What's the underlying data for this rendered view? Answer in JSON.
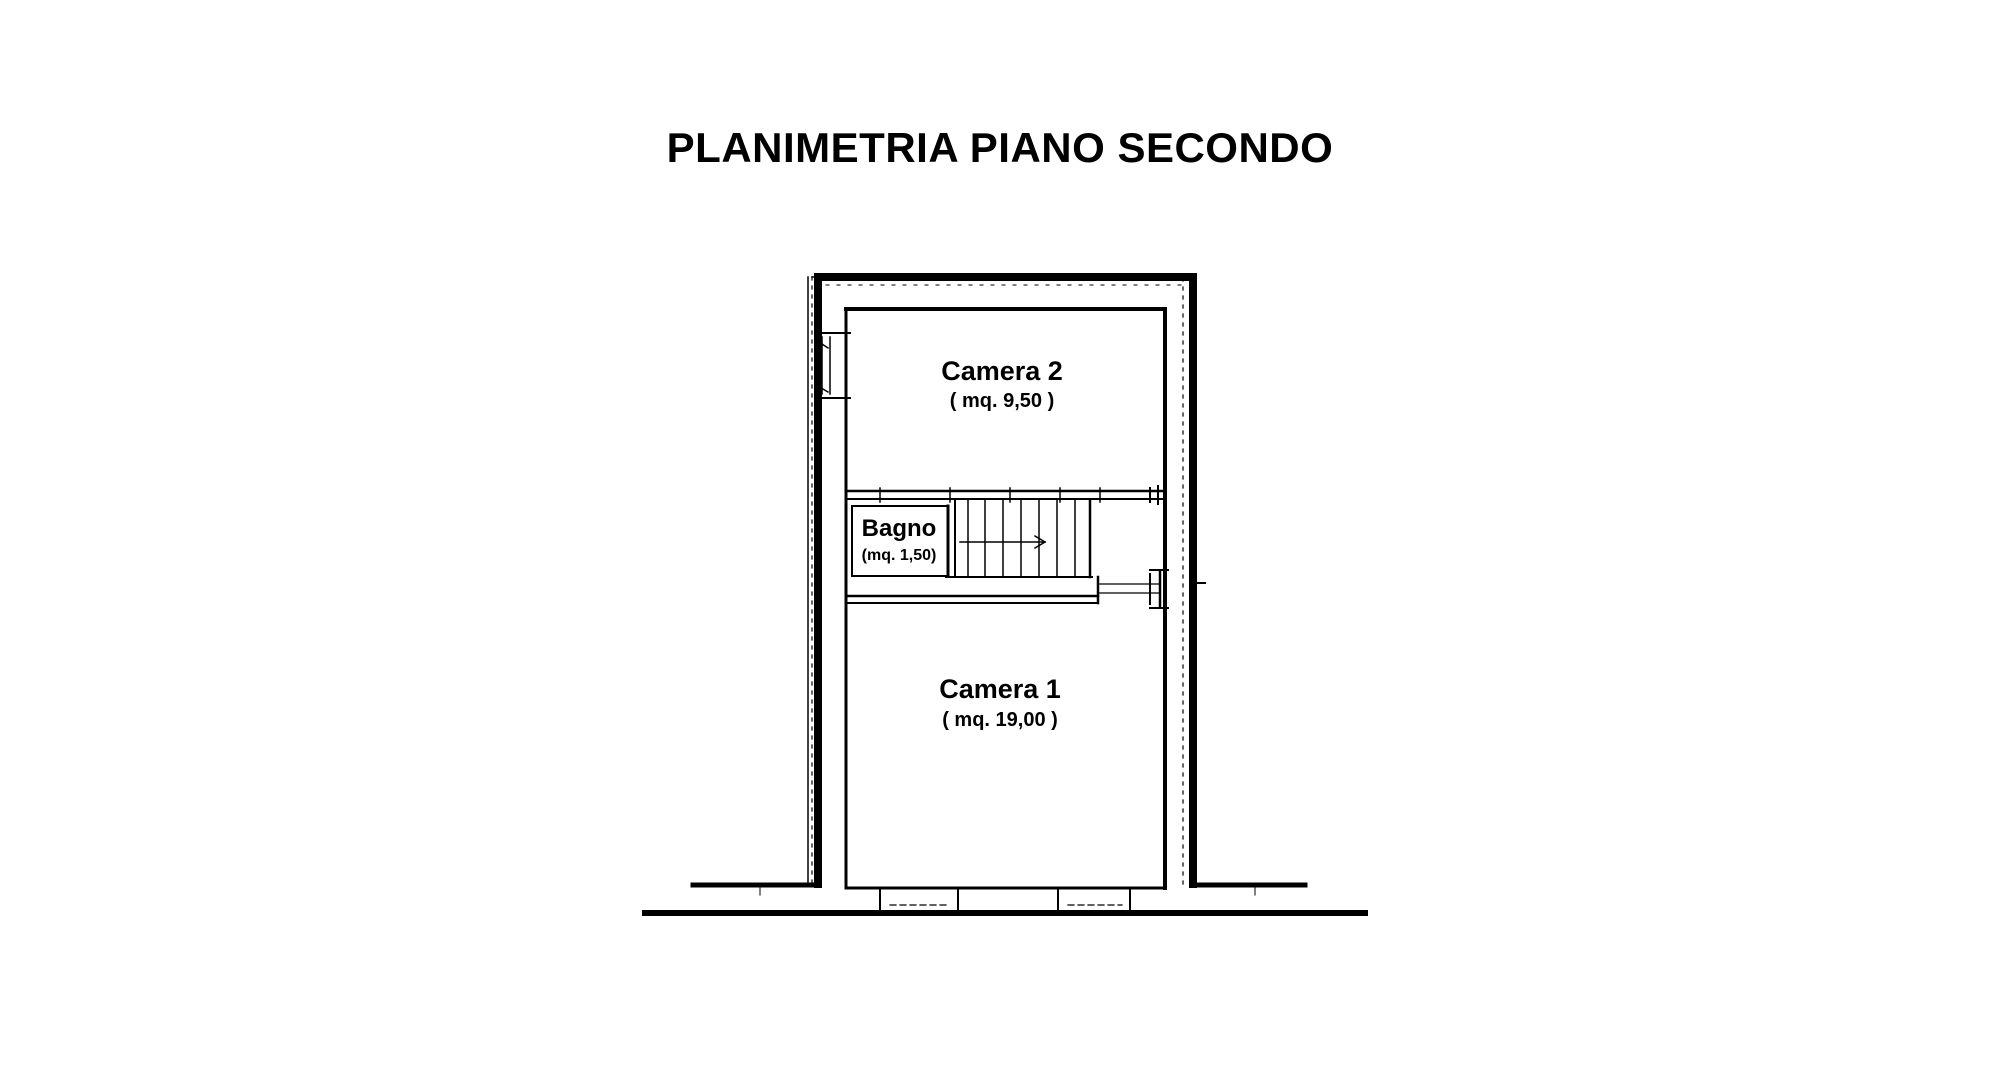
{
  "title": "PLANIMETRIA PIANO SECONDO",
  "rooms": {
    "camera2": {
      "name": "Camera 2",
      "area": "( mq. 9,50 )"
    },
    "bagno": {
      "name": "Bagno",
      "area": "(mq. 1,50)"
    },
    "camera1": {
      "name": "Camera 1",
      "area": "( mq. 19,00 )"
    }
  },
  "colors": {
    "ink": "#000000",
    "paper": "#ffffff"
  }
}
